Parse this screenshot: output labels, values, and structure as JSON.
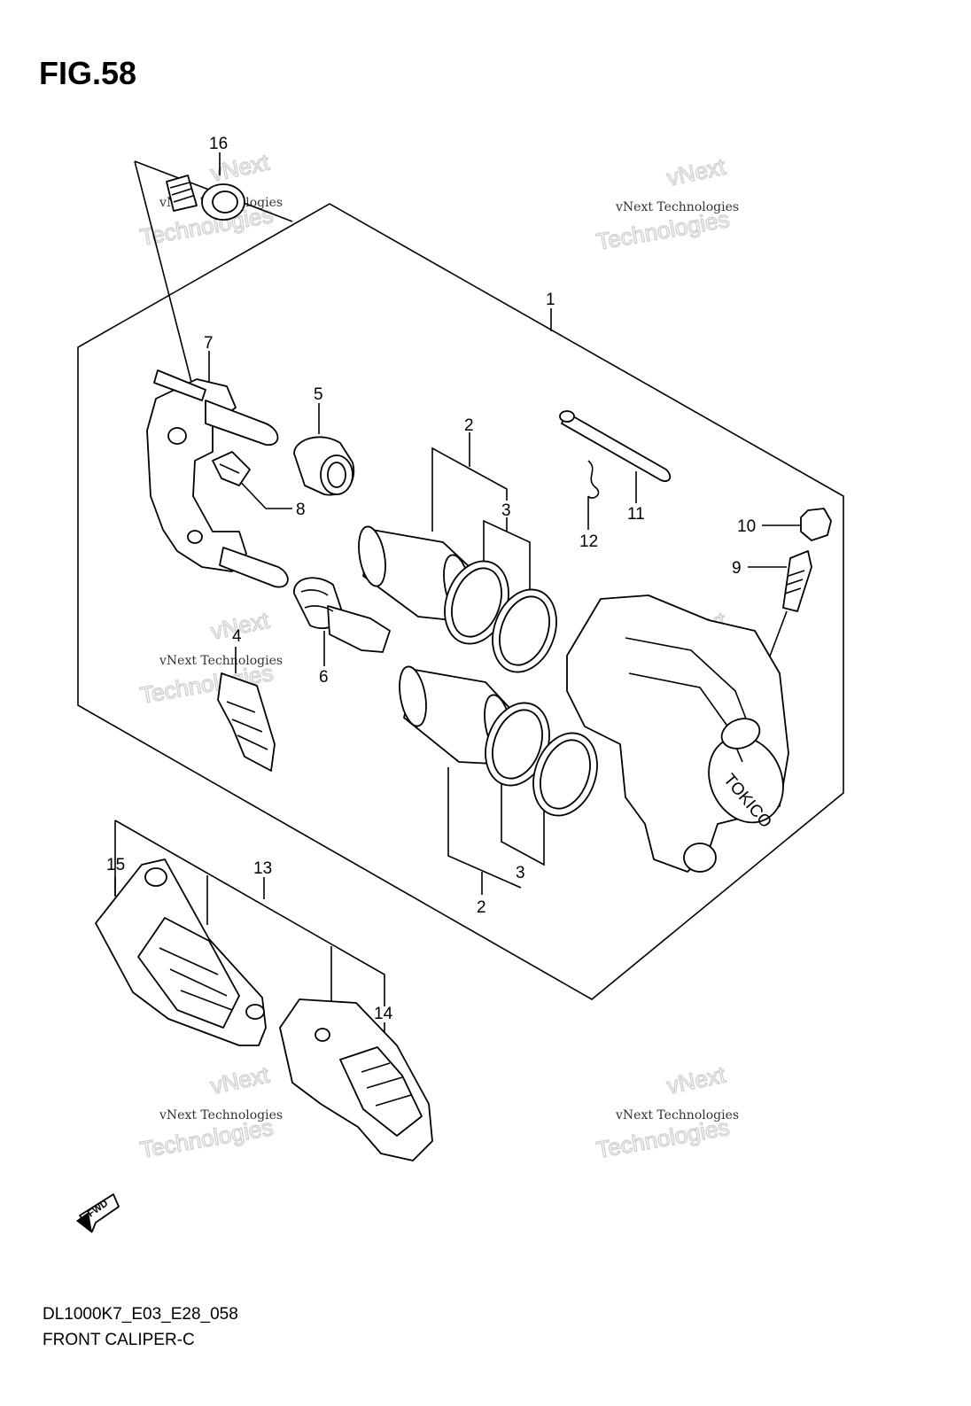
{
  "figure_title": "FIG.58",
  "callouts": [
    "1",
    "2",
    "2",
    "3",
    "3",
    "4",
    "5",
    "6",
    "7",
    "8",
    "9",
    "10",
    "11",
    "12",
    "13",
    "14",
    "15",
    "16"
  ],
  "fwd_label": "FWD",
  "caliper_brand": "TOKICO",
  "watermark": {
    "line1": "vNext",
    "line2": "vNext Technologies",
    "line3": "Technologies"
  },
  "footer": {
    "model_code": "DL1000K7_E03_E28_058",
    "section_name": "FRONT CALIPER-C"
  }
}
